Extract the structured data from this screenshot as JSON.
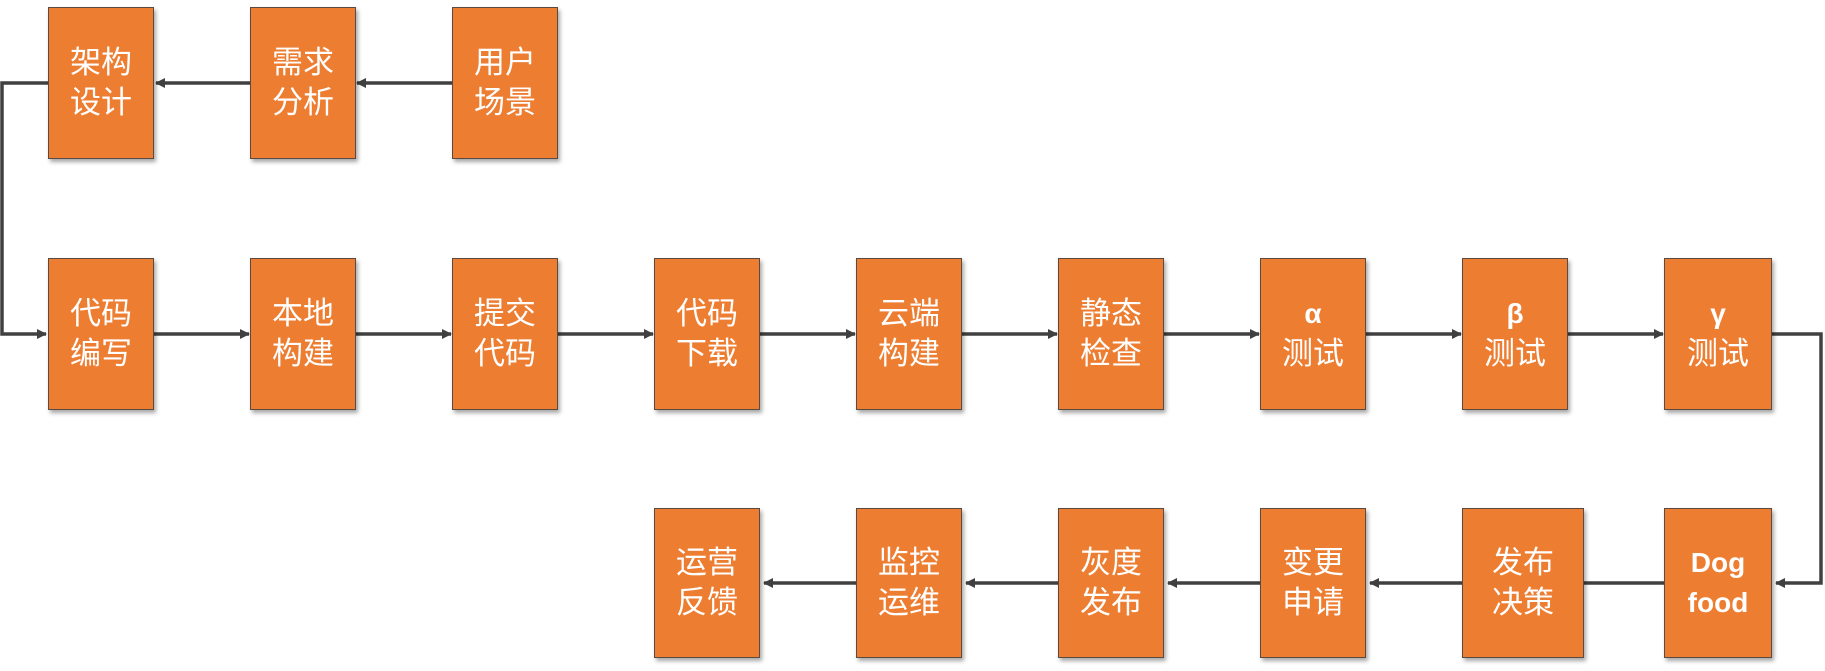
{
  "diagram": {
    "line_color": "#404040",
    "box_color": "#ED7D31",
    "nodes": {
      "user_scenario": {
        "line1": "用户",
        "line2": "场景"
      },
      "requirement_analysis": {
        "line1": "需求",
        "line2": "分析"
      },
      "architecture_design": {
        "line1": "架构",
        "line2": "设计"
      },
      "code_writing": {
        "line1": "代码",
        "line2": "编写"
      },
      "local_build": {
        "line1": "本地",
        "line2": "构建"
      },
      "submit_code": {
        "line1": "提交",
        "line2": "代码"
      },
      "code_download": {
        "line1": "代码",
        "line2": "下载"
      },
      "cloud_build": {
        "line1": "云端",
        "line2": "构建"
      },
      "static_check": {
        "line1": "静态",
        "line2": "检查"
      },
      "alpha_test": {
        "line1": "α",
        "line2": "测试"
      },
      "beta_test": {
        "line1": "β",
        "line2": "测试"
      },
      "gamma_test": {
        "line1": "γ",
        "line2": "测试"
      },
      "dog_food": {
        "line1": "Dog",
        "line2": "food"
      },
      "release_decision": {
        "line1": "发布",
        "line2": "决策"
      },
      "change_request": {
        "line1": "变更",
        "line2": "申请"
      },
      "gray_release": {
        "line1": "灰度",
        "line2": "发布"
      },
      "monitoring_ops": {
        "line1": "监控",
        "line2": "运维"
      },
      "operation_feedback": {
        "line1": "运营",
        "line2": "反馈"
      }
    }
  }
}
